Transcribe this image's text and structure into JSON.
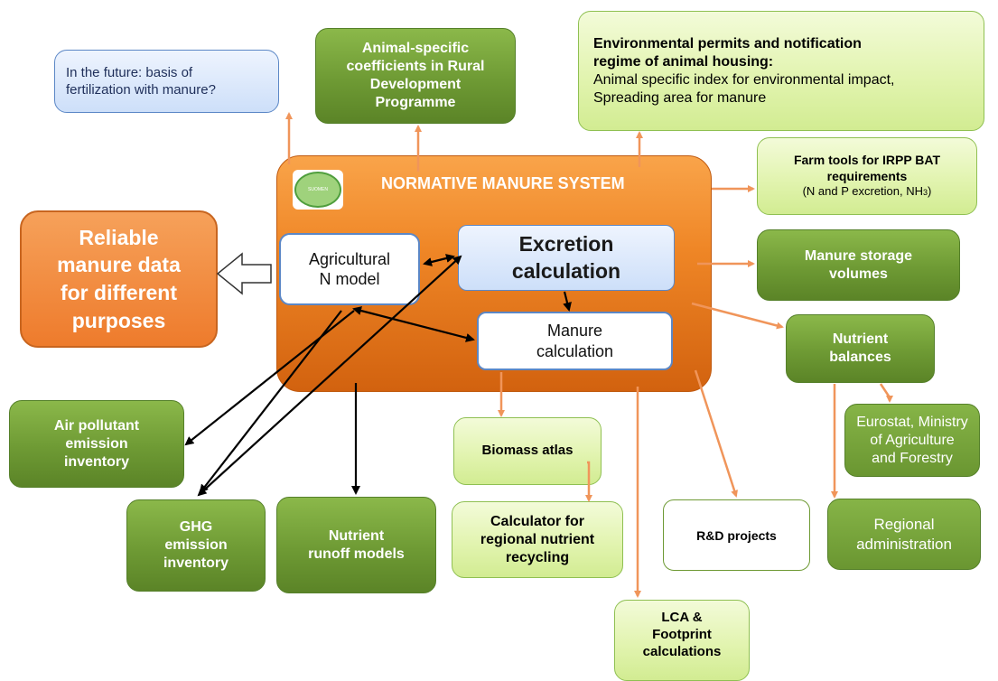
{
  "center": {
    "title": "NORMATIVE MANURE SYSTEM",
    "excretion": [
      "Excretion",
      "calculation"
    ],
    "agricultural": [
      "Agricultural",
      "N model"
    ],
    "manure": [
      "Manure",
      "calculation"
    ]
  },
  "reliable": [
    "Reliable",
    "manure data",
    "for different",
    "purposes"
  ],
  "future": [
    "In the future: basis of",
    "fertilization  with manure?"
  ],
  "animal_coeff": [
    "Animal-specific",
    "coefficients in Rural",
    "Development",
    "Programme"
  ],
  "env_permits": {
    "title": [
      "Environmental permits and notification",
      "regime of animal housing:"
    ],
    "body": [
      "Animal specific index for environmental impact,",
      "Spreading area for manure"
    ]
  },
  "farm_tools": {
    "lines": [
      "Farm tools  for  IRPP BAT",
      "requirements"
    ],
    "sub": "(N and P  excretion,  NH",
    "sub_idx": "3",
    "sub_end": ")"
  },
  "storage": [
    "Manure storage",
    "volumes"
  ],
  "nutrient_bal": [
    "Nutrient",
    "balances"
  ],
  "eurostat": [
    "Eurostat, Ministry",
    "of Agriculture",
    "and Forestry"
  ],
  "regional_admin": [
    "Regional",
    "administration"
  ],
  "air": [
    "Air pollutant",
    "emission",
    "inventory"
  ],
  "ghg": [
    "GHG",
    "emission",
    "inventory"
  ],
  "runoff": [
    "Nutrient",
    "runoff models"
  ],
  "biomass": "Biomass  atlas",
  "calculator": [
    "Calculator for",
    "regional nutrient",
    "recycling"
  ],
  "lca": [
    "LCA &",
    "Footprint",
    "calculations"
  ],
  "rd": "R&D projects",
  "colors": {
    "orange_arrow": "#f0955a",
    "dark_green": "#6e9a34",
    "light_green": "#e2f4b0",
    "orange": "#ef8626",
    "blue": "#5b87c6"
  }
}
